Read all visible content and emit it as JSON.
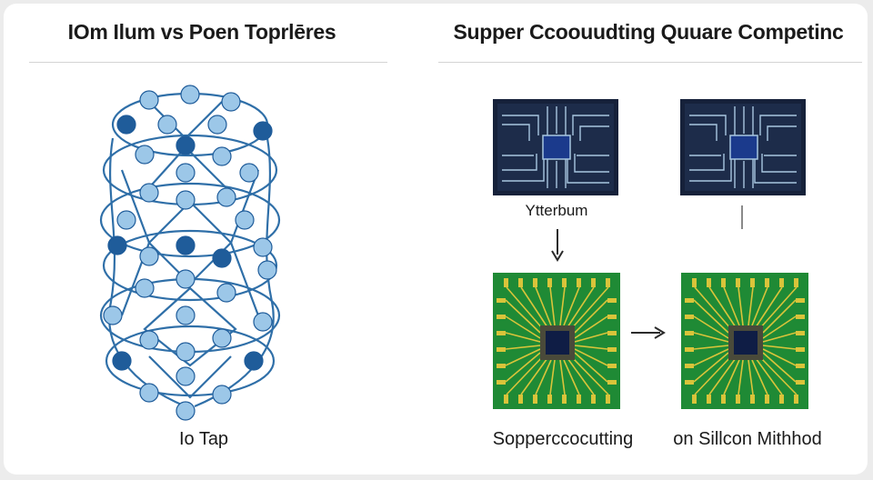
{
  "left_panel": {
    "title": "IOm Ilum vs Poen Toprlēres",
    "caption": "Io Tap"
  },
  "right_panel": {
    "title": "Supper Ccoouudting Quuare Competinc",
    "chip_label": "Ytterbum",
    "caption_left": "Sopperccocutting",
    "caption_right": "on Sillcon Mithhod"
  },
  "colors": {
    "lattice_blue": "#2f6fa8",
    "node_light": "#9cc7e8",
    "node_dark": "#1f5c9a",
    "circuit_bg": "#16213a",
    "circuit_line": "#a8c6e0",
    "pcb_green": "#1f8a35",
    "pcb_gold": "#d9c43a"
  },
  "icons": {
    "arrow_down": "arrow-down-icon",
    "arrow_right": "arrow-right-icon"
  }
}
